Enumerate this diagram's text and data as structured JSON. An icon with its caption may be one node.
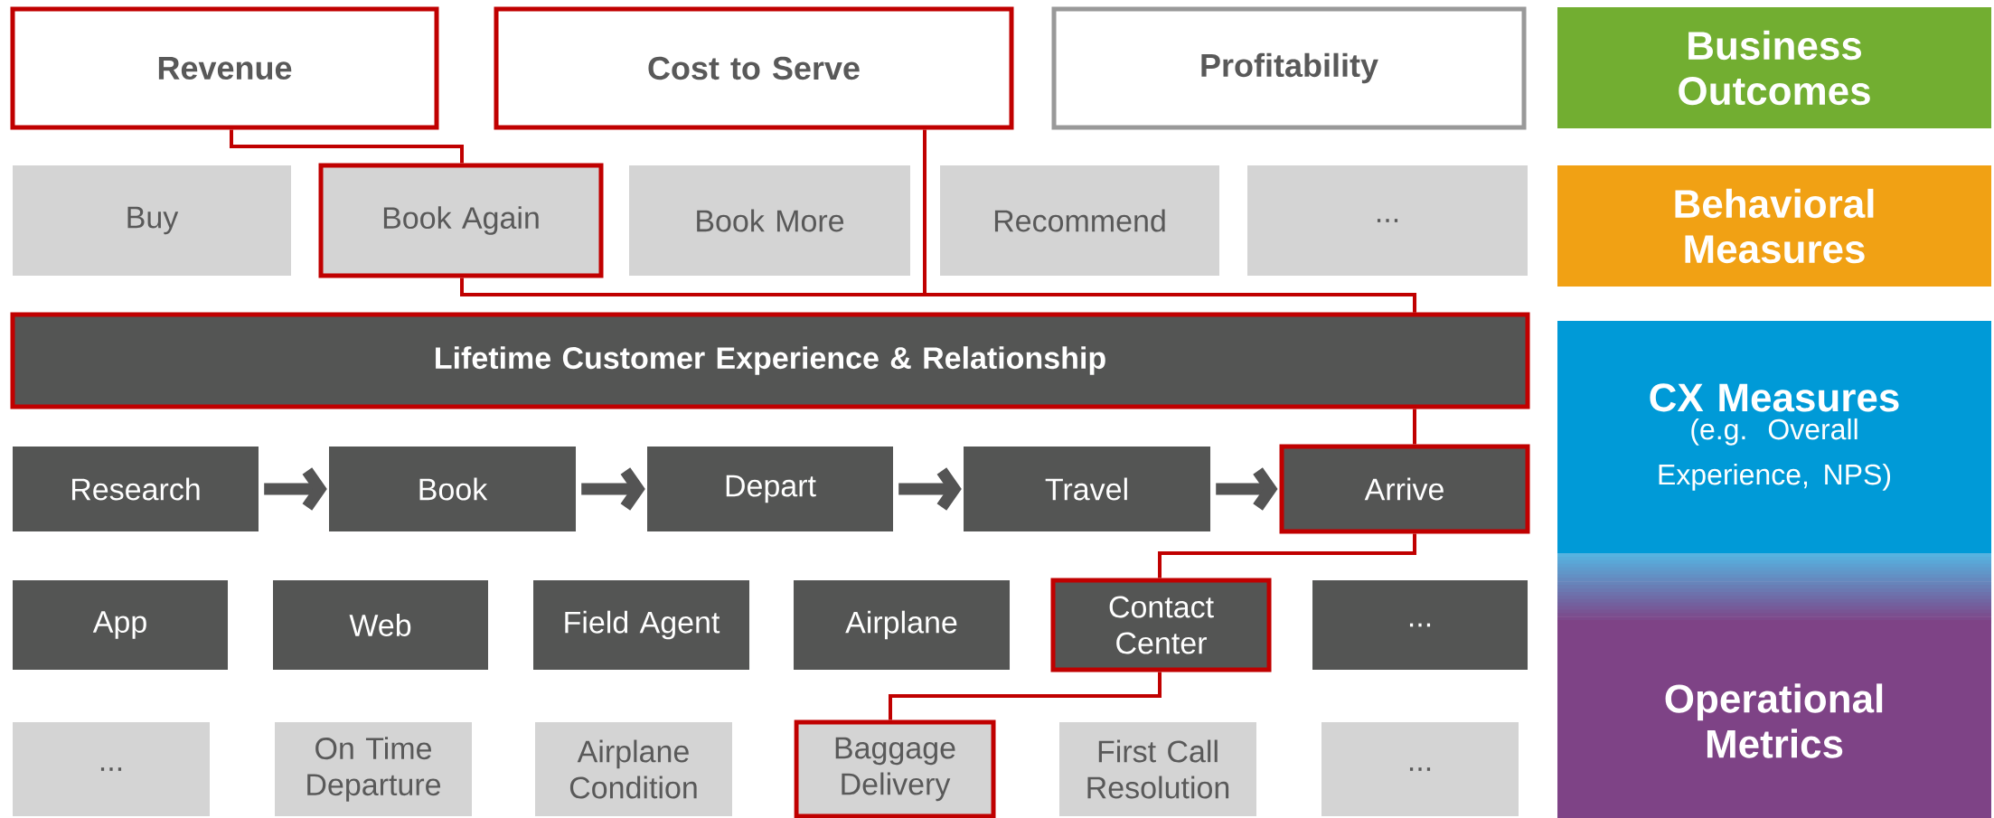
{
  "diagram": {
    "nodes": [
      {
        "text": [
          "Revenue"
        ]
      },
      {
        "text": [
          "Cost to Serve"
        ]
      },
      {
        "text": [
          "Profitability"
        ]
      },
      {
        "text": [
          "Buy"
        ]
      },
      {
        "text": [
          "Book Again"
        ]
      },
      {
        "text": [
          "Book More"
        ]
      },
      {
        "text": [
          "Recommend"
        ]
      },
      {
        "text": [
          "..."
        ]
      },
      {
        "text": [
          "Lifetime Customer Experience & Relationship"
        ]
      },
      {
        "text": [
          "Research"
        ]
      },
      {
        "text": [
          "Book"
        ]
      },
      {
        "text": [
          "Depart"
        ]
      },
      {
        "text": [
          "Travel"
        ]
      },
      {
        "text": [
          "Arrive"
        ]
      },
      {
        "text": [
          "App"
        ]
      },
      {
        "text": [
          "Web"
        ]
      },
      {
        "text": [
          "Field Agent"
        ]
      },
      {
        "text": [
          "Airplane"
        ]
      },
      {
        "text": [
          "Contact Center"
        ]
      },
      {
        "text": [
          "..."
        ]
      },
      {
        "text": [
          "..."
        ]
      },
      {
        "text": [
          "On Time Departure"
        ]
      },
      {
        "text": [
          "Airplane Condition"
        ]
      },
      {
        "text": [
          "Baggage Delivery"
        ]
      },
      {
        "text": [
          "First Call Resolution"
        ]
      },
      {
        "text": [
          "..."
        ]
      },
      {
        "text": [
          "Business Outcomes"
        ]
      },
      {
        "text": [
          "Behavioral Measures"
        ]
      },
      {
        "text": [
          "CX Measures",
          "(e.g. Overall Experience, NPS)"
        ]
      },
      {
        "text": [
          "Operational Metrics"
        ]
      }
    ],
    "edges": [
      {
        "from": 0,
        "to": 4,
        "arrow": "none"
      },
      {
        "from": 4,
        "to": 8,
        "arrow": "none"
      },
      {
        "from": 1,
        "to": 8,
        "arrow": "none"
      },
      {
        "from": 8,
        "to": 13,
        "arrow": "none"
      },
      {
        "from": 13,
        "to": 18,
        "arrow": "none"
      },
      {
        "from": 18,
        "to": 23,
        "arrow": "none"
      },
      {
        "from": 9,
        "to": 10,
        "arrow": "to",
        "style": "thick",
        "color": "#545454"
      },
      {
        "from": 10,
        "to": 11,
        "arrow": "to",
        "style": "thick",
        "color": "#545454"
      },
      {
        "from": 11,
        "to": 12,
        "arrow": "to",
        "style": "thick",
        "color": "#545454"
      },
      {
        "from": 12,
        "to": 13,
        "arrow": "to",
        "style": "thick",
        "color": "#545454"
      }
    ]
  }
}
